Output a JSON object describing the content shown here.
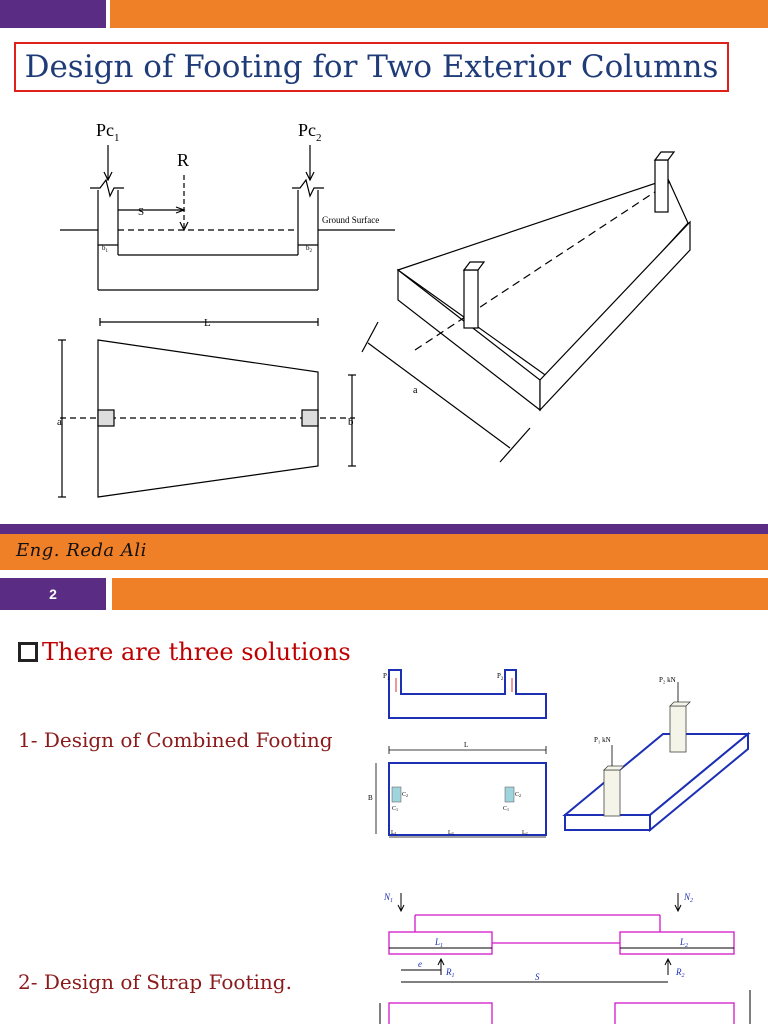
{
  "slide1": {
    "title": "Design of Footing for Two Exterior Columns",
    "diagram_labels": {
      "pc1": "Pc",
      "pc1_sub": "1",
      "pc2": "Pc",
      "pc2_sub": "2",
      "r": "R",
      "s": "S",
      "ground": "Ground Surface",
      "b1": "b",
      "b1_sub": "1",
      "b2": "b",
      "b2_sub": "2",
      "l": "L",
      "a": "a",
      "b": "b",
      "iso_a": "a"
    }
  },
  "footer": {
    "author": "Eng. Reda Ali",
    "page_number": "2"
  },
  "slide2": {
    "heading": "There are three solutions",
    "solution1": "1- Design of Combined Footing",
    "solution2": "2- Design of Strap Footing.",
    "combined_labels": {
      "p1": "P",
      "p1_sub": "1",
      "p2": "P",
      "p2_sub": "2",
      "l": "L",
      "b": "B",
      "c2": "C",
      "c2_sub": "2",
      "c1": "C",
      "c1_sub": "1",
      "l1": "L",
      "l1_sub": "1",
      "l3": "L",
      "l3_sub": "3",
      "l2": "L",
      "l2_sub": "2",
      "p2kn": "P₂ kN",
      "p1kn": "P₁ kN"
    },
    "strap_labels": {
      "n1": "N",
      "n1_sub": "1",
      "n2": "N",
      "n2_sub": "2",
      "l1": "L",
      "l1_sub": "1",
      "l2": "L",
      "l2_sub": "2",
      "e": "e",
      "r1": "R",
      "r1_sub": "1",
      "r2": "R",
      "r2_sub": "2",
      "s": "S"
    }
  }
}
